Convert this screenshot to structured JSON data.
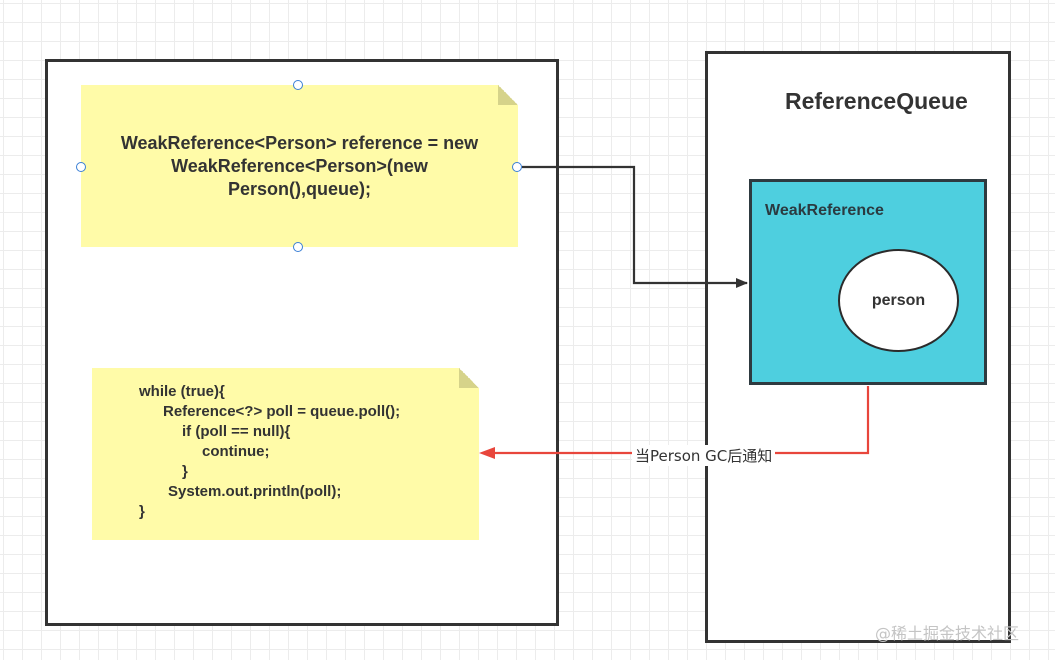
{
  "diagram": {
    "left_container": {
      "notes": [
        {
          "id": "declaration",
          "lines": [
            "WeakReference<Person> reference = new",
            "WeakReference<Person>(new",
            "Person(),queue);"
          ]
        },
        {
          "id": "poll-loop",
          "lines": [
            "while (true){",
            "Reference<?> poll = queue.poll();",
            "if (poll == null){",
            "continue;",
            "}",
            "System.out.println(poll);",
            "}"
          ]
        }
      ]
    },
    "queue_container": {
      "title": "ReferenceQueue",
      "weak_reference": {
        "label": "WeakReference",
        "contains": {
          "label": "person"
        }
      }
    },
    "edges": [
      {
        "from": "declaration",
        "to": "WeakReference",
        "label": "",
        "color": "#333333"
      },
      {
        "from": "WeakReference",
        "to": "poll-loop",
        "label": "当Person GC后通知",
        "color": "#E8463C"
      }
    ],
    "colors": {
      "note_fill": "#FFFBA8",
      "weak_reference_fill": "#4ECFDF",
      "border": "#333333",
      "notify_arrow": "#E8463C",
      "selection_handle": "#3A7FD5"
    }
  },
  "watermark": "@稀土掘金技术社区"
}
